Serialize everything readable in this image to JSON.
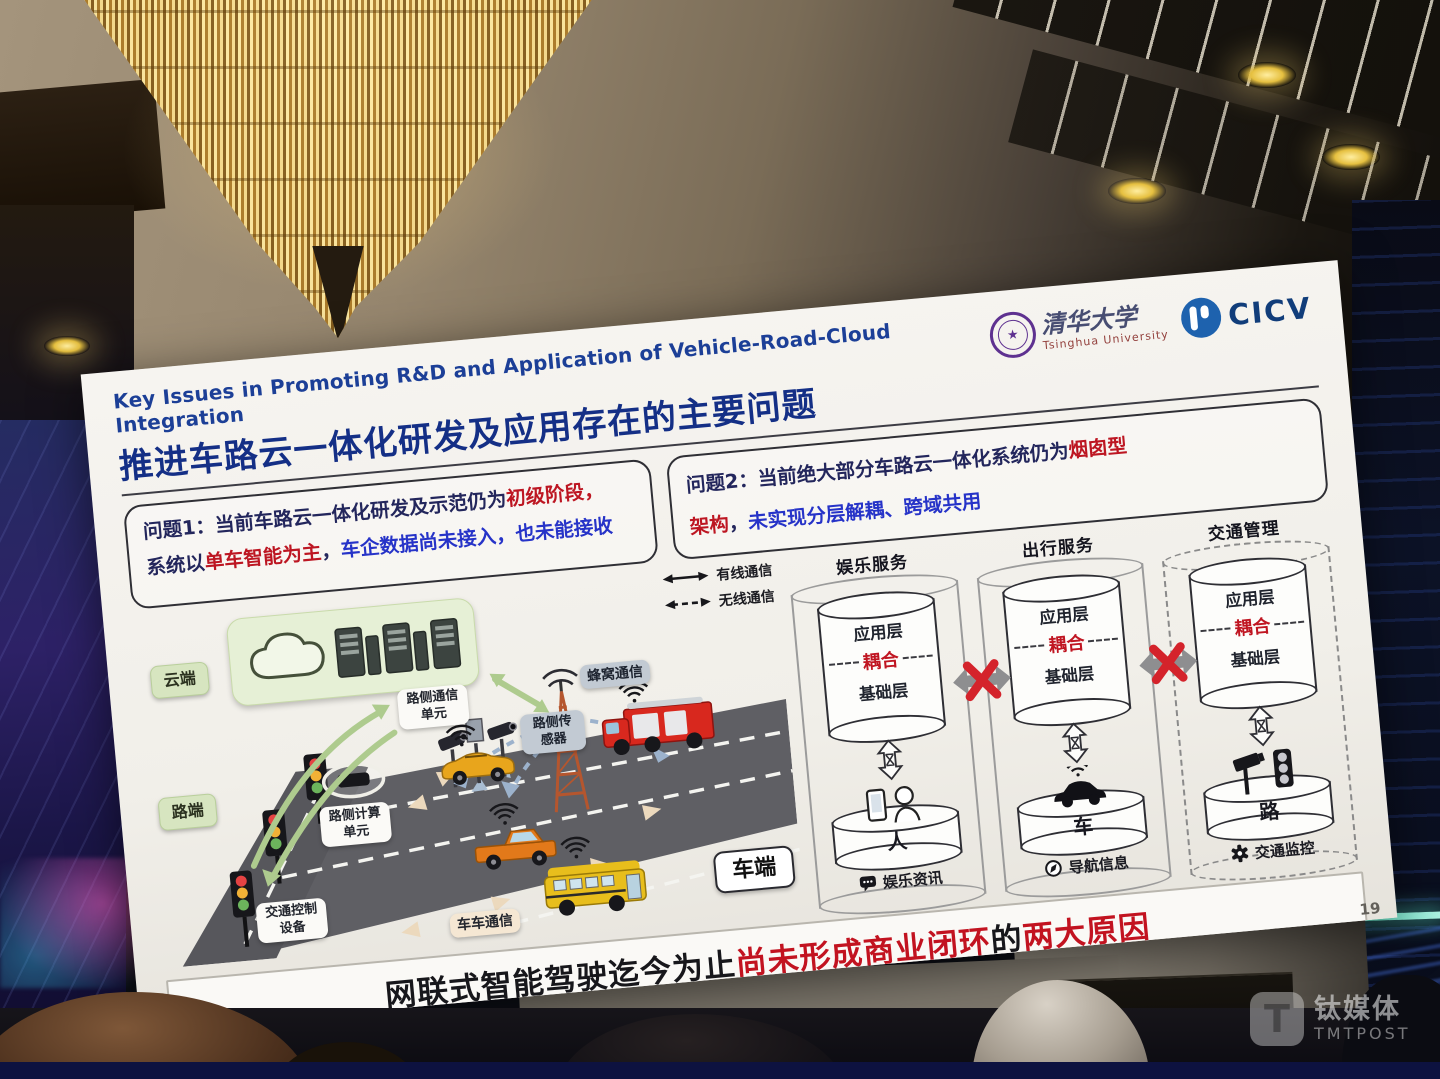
{
  "slide": {
    "header": {
      "title_en": "Key Issues in Promoting R&D and Application of Vehicle-Road-Cloud Integration",
      "title_cn": "推进车路云一体化研发及应用存在的主要问题",
      "tsinghua_cn": "清华大学",
      "tsinghua_en": "Tsinghua University",
      "cicv": "CICV"
    },
    "problems": {
      "p1": {
        "segments": [
          {
            "text": "问题1：当前车路云一体化研发及示范仍为",
            "color": "navy"
          },
          {
            "text": "初级阶段",
            "color": "red"
          },
          {
            "text": "，",
            "color": "red"
          },
          {
            "text": "系统以",
            "color": "navy"
          },
          {
            "text": "单车智能为主",
            "color": "red"
          },
          {
            "text": "，",
            "color": "navy"
          },
          {
            "text": "车企数据尚未接入，也未能接收",
            "color": "blue"
          }
        ]
      },
      "p2": {
        "segments": [
          {
            "text": "问题2：当前绝大部分车路云一体化系统仍为",
            "color": "navy"
          },
          {
            "text": "烟囱型",
            "color": "red"
          },
          {
            "text": "架构",
            "color": "red"
          },
          {
            "text": "，",
            "color": "navy"
          },
          {
            "text": "未实现分层解耦、跨域共用",
            "color": "blue"
          }
        ]
      }
    },
    "legend": {
      "wired": "有线通信",
      "wireless": "无线通信"
    },
    "left_diagram": {
      "cloud": "云端",
      "road": "路端",
      "vehicle": "车端",
      "cellular": "蜂窝通信",
      "rsu": "路侧通信单元",
      "sensor": "路侧传感器",
      "compute": "路侧计算单元",
      "control": "交通控制设备",
      "v2v": "车车通信"
    },
    "pillars": [
      {
        "title": "娱乐服务",
        "app": "应用层",
        "coupling": "耦合",
        "base": "基础层",
        "entity": "人",
        "caption": "娱乐资讯"
      },
      {
        "title": "出行服务",
        "app": "应用层",
        "coupling": "耦合",
        "base": "基础层",
        "entity": "车",
        "caption": "导航信息"
      },
      {
        "title": "交通管理",
        "app": "应用层",
        "coupling": "耦合",
        "base": "基础层",
        "entity": "路",
        "caption": "交通监控"
      }
    ],
    "banner": {
      "segments": [
        {
          "text": "网联式智能驾驶迄今为止",
          "color": "dark"
        },
        {
          "text": "尚未形成商业闭环",
          "color": "red"
        },
        {
          "text": "的",
          "color": "dark"
        },
        {
          "text": "两大原因",
          "color": "red"
        }
      ]
    },
    "page_number": "19"
  },
  "watermark": {
    "logo": "T",
    "cn": "钛媒体",
    "en": "TMTPOST"
  },
  "colors": {
    "title_blue": "#142f86",
    "problem_red": "#bd1622",
    "problem_blue": "#2633c8",
    "coupling_red": "#c01622",
    "banner_red": "#c21320",
    "slide_bg": "#f4f2ee",
    "green_chip": "#d7e5c0",
    "road_gray": "#5f5f64",
    "cicv_blue": "#1e62ae",
    "x_red": "#d4232b"
  },
  "icons": {
    "wired": "solid-double-arrow",
    "wireless": "dashed-double-arrow",
    "cloud": "cloud-servers",
    "coupling_break": "red-x-over-gray-arrow",
    "exchange": "hourglass-double-arrow",
    "person": "person-with-phone",
    "car": "car-with-wifi",
    "roadside": "camera-and-traffic-light",
    "entertainment": "speech-bubble",
    "navigation": "compass",
    "monitoring": "gear"
  }
}
